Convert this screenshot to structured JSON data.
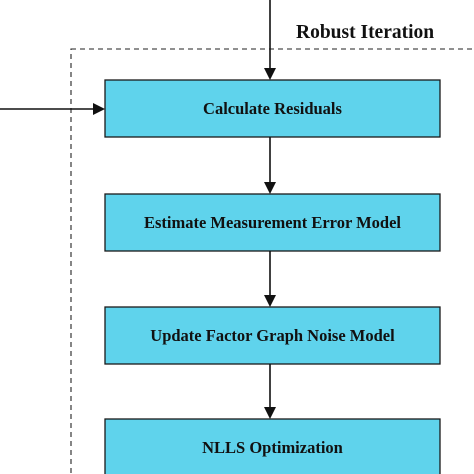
{
  "group": {
    "title": "Robust Iteration"
  },
  "steps": [
    {
      "label": "Calculate Residuals"
    },
    {
      "label": "Estimate Measurement Error Model"
    },
    {
      "label": "Update Factor Graph Noise Model"
    },
    {
      "label": "NLLS Optimization"
    }
  ],
  "colors": {
    "box_fill": "#5fd3ec",
    "box_border": "#1a1a1a",
    "line": "#111111"
  }
}
